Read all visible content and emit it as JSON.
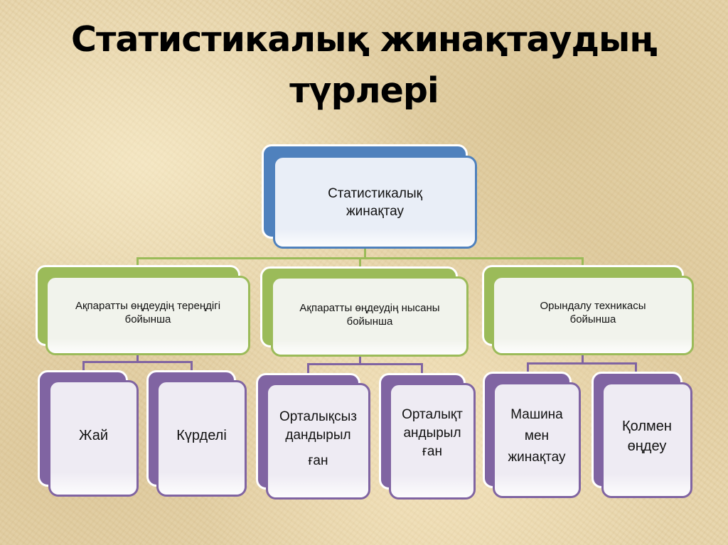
{
  "slide": {
    "title_line1": "Статистикалық жинақтаудың",
    "title_line2": "түрлері"
  },
  "diagram": {
    "root": {
      "label_line1": "Статистикалық",
      "label_line2": "жинақтау",
      "color": "#4f81bd"
    },
    "categories": [
      {
        "label_line1": "Ақпаратты өңдеудің тереңдігі",
        "label_line2": "бойынша",
        "color": "#9bbb59",
        "children": [
          {
            "label_line1": "Жай"
          },
          {
            "label_line1": "Күрделі"
          }
        ]
      },
      {
        "label_line1": "Ақпаратты өңдеудің нысаны",
        "label_line2": "бойынша",
        "color": "#9bbb59",
        "children": [
          {
            "label_line1": "Орталықсыз",
            "label_line2": "дандырыл",
            "label_line3": "ған"
          },
          {
            "label_line1": "Орталықт",
            "label_line2": "андырыл",
            "label_line3": "ған"
          }
        ]
      },
      {
        "label_line1": "Орындалу техникасы",
        "label_line2": "бойынша",
        "color": "#9bbb59",
        "children": [
          {
            "label_line1": "Машина",
            "label_line2": "мен",
            "label_line3": "жинақтау"
          },
          {
            "label_line1": "Қолмен",
            "label_line2": "өңдеу"
          }
        ]
      }
    ],
    "leaf_color": "#8064a2"
  }
}
